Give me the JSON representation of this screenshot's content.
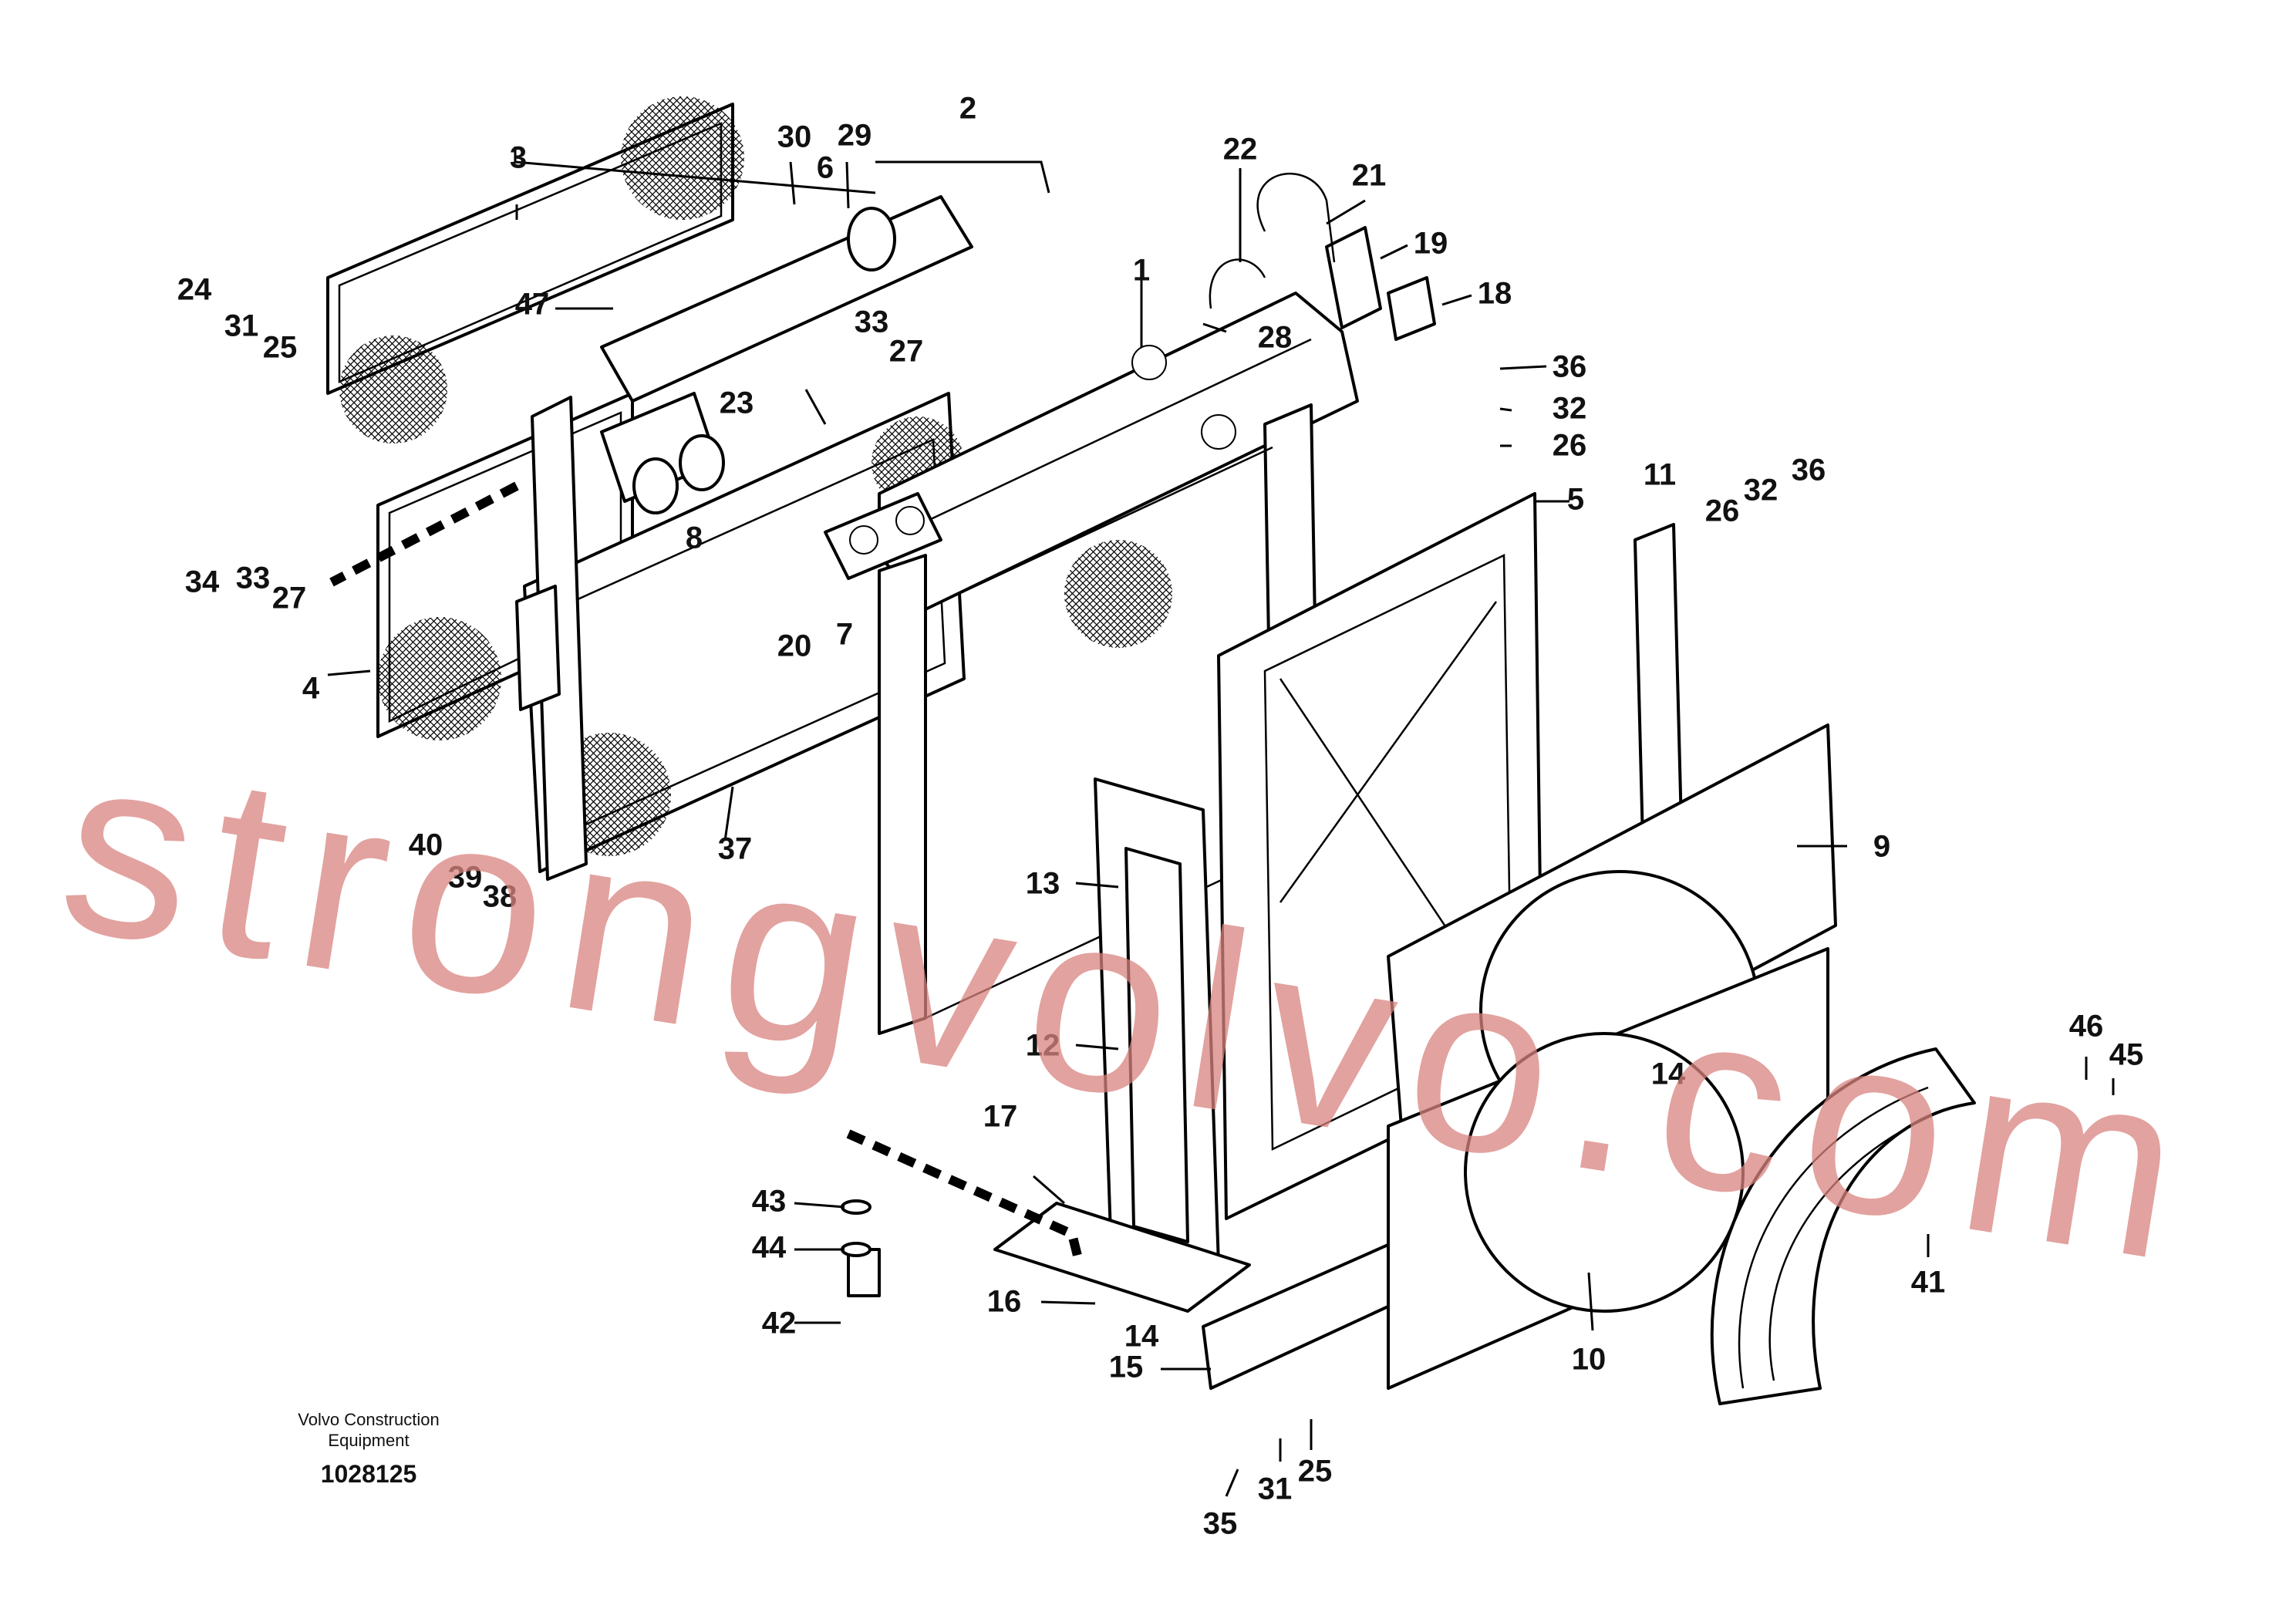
{
  "diagram": {
    "callouts": [
      "2",
      "30",
      "29",
      "6",
      "3",
      "22",
      "21",
      "19",
      "18",
      "1",
      "47",
      "24",
      "31",
      "25",
      "33",
      "27",
      "28",
      "23",
      "36",
      "32",
      "26",
      "5",
      "11",
      "36",
      "32",
      "26",
      "8",
      "34",
      "33",
      "27",
      "7",
      "20",
      "4",
      "9",
      "13",
      "37",
      "40",
      "39",
      "38",
      "12",
      "14",
      "46",
      "45",
      "17",
      "43",
      "44",
      "16",
      "14",
      "42",
      "15",
      "10",
      "41",
      "35",
      "31",
      "25"
    ],
    "footer": {
      "company_line1": "Volvo Construction",
      "company_line2": "Equipment",
      "document_number": "1028125"
    },
    "watermark": "strongvolvo.com",
    "colors": {
      "line": "#000000",
      "watermark": "#d9847f",
      "background": "#ffffff"
    }
  }
}
